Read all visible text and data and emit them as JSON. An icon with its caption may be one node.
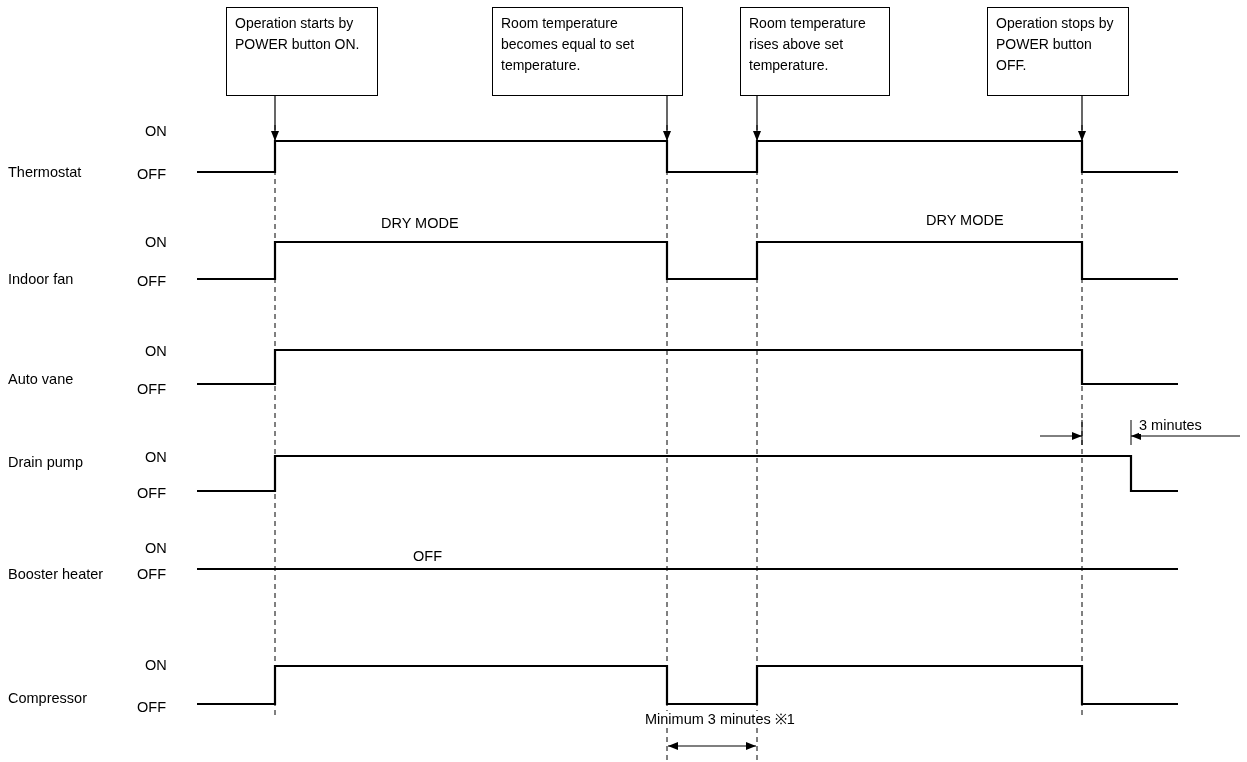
{
  "diagram": {
    "nodes": [
      {
        "text": [
          "Operation starts by POWER button ON."
        ]
      },
      {
        "text": [
          "Room temperature becomes equal to set temperature."
        ]
      },
      {
        "text": [
          "Room temperature rises above set temperature."
        ]
      },
      {
        "text": [
          "Operation stops by POWER button OFF."
        ]
      },
      {
        "text": [],
        "shape": "line"
      }
    ],
    "edges": [
      {
        "from": 0,
        "to": 4,
        "arrow": "to"
      },
      {
        "from": 1,
        "to": 4,
        "arrow": "to"
      },
      {
        "from": 2,
        "to": 4,
        "arrow": "to"
      },
      {
        "from": 3,
        "to": 4,
        "arrow": "to"
      }
    ],
    "labels": [
      "ON",
      "Thermostat",
      "OFF",
      "DRY MODE",
      "DRY MODE",
      "ON",
      "Indoor fan",
      "OFF",
      "ON",
      "Auto vane",
      "OFF",
      "3 minutes",
      "ON",
      "Drain pump",
      "OFF",
      "ON",
      "OFF",
      "Booster heater",
      "OFF",
      "ON",
      "Compressor",
      "OFF",
      "Minimum 3 minutes ※1"
    ]
  }
}
